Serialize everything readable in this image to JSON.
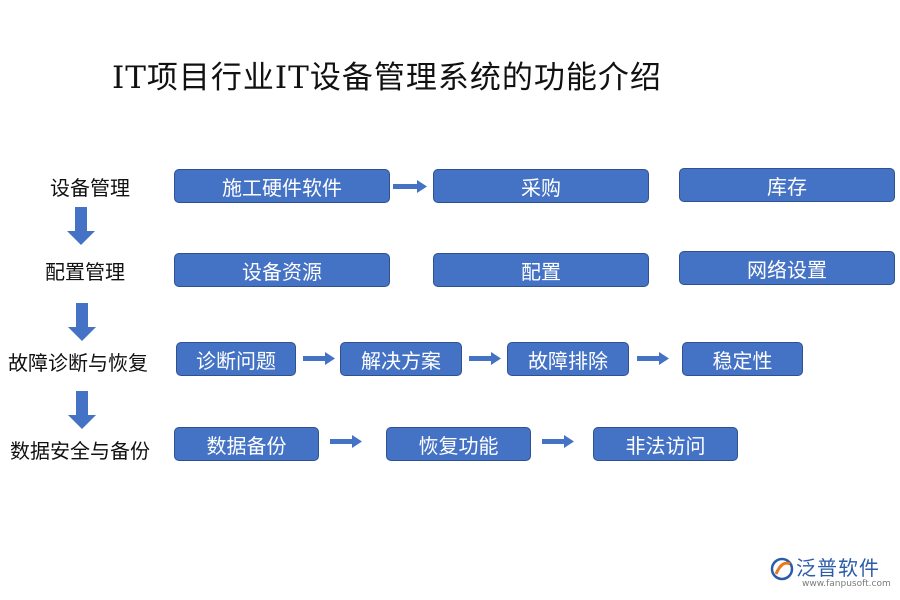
{
  "title": "IT项目行业IT设备管理系统的功能介绍",
  "rows": [
    {
      "label": "设备管理",
      "boxes": [
        "施工硬件软件",
        "采购",
        "库存"
      ]
    },
    {
      "label": "配置管理",
      "boxes": [
        "设备资源",
        "配置",
        "网络设置"
      ]
    },
    {
      "label": "故障诊断与恢复",
      "boxes": [
        "诊断问题",
        "解决方案",
        "故障排除",
        "稳定性"
      ]
    },
    {
      "label": "数据安全与备份",
      "boxes": [
        "数据备份",
        "恢复功能",
        "非法访问"
      ]
    }
  ],
  "logo": {
    "name": "泛普软件",
    "url": "www.fanpusoft.com"
  },
  "colors": {
    "box_fill": "#4472c4",
    "box_border": "#2f528f",
    "arrow": "#4472c4"
  }
}
